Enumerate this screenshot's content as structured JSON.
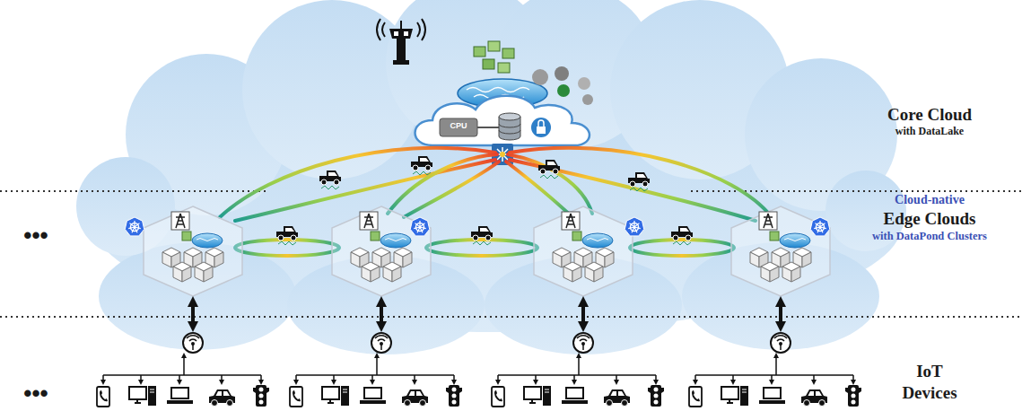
{
  "diagram": {
    "nodes": [
      {
        "text": [
          "Core Cloud",
          "with DataLake"
        ]
      },
      {
        "text": [
          "Cloud-native",
          "Edge Clouds",
          "with DataPond Clusters"
        ]
      },
      {
        "text": [
          "IoT Devices"
        ]
      }
    ],
    "labels": [
      "•••",
      "•••",
      "CPU"
    ]
  }
}
